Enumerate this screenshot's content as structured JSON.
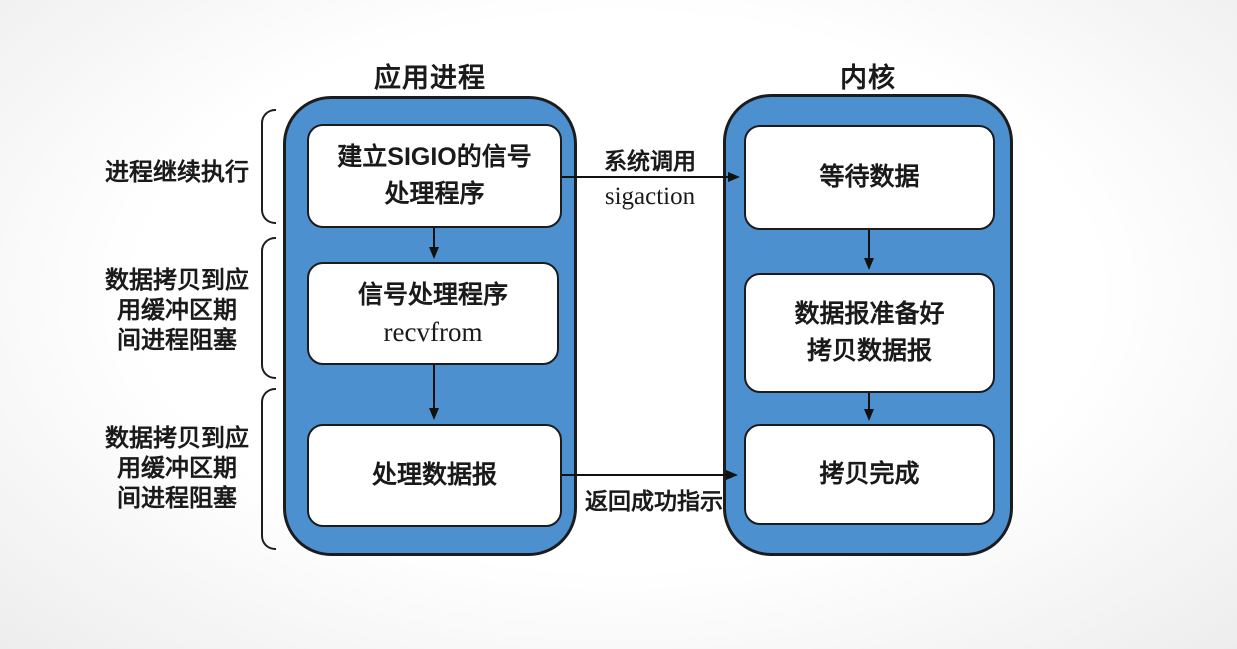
{
  "colors": {
    "container_fill": "#4d90d0",
    "container_border": "#1c1c1c",
    "box_fill": "#ffffff",
    "box_border": "#1c1c1c",
    "text": "#1a1a1a",
    "arrow": "#111111"
  },
  "columns": {
    "app": {
      "title": "应用进程",
      "boxes": [
        {
          "line1": "建立SIGIO的信号",
          "line2": "处理程序"
        },
        {
          "line1": "信号处理程序",
          "line2": "recvfrom"
        },
        {
          "line1": "处理数据报"
        }
      ]
    },
    "kernel": {
      "title": "内核",
      "boxes": [
        {
          "line1": "等待数据"
        },
        {
          "line1": "数据报准备好",
          "line2": "拷贝数据报"
        },
        {
          "line1": "拷贝完成"
        }
      ]
    }
  },
  "side_labels": [
    {
      "lines": [
        "进程继续执行"
      ]
    },
    {
      "lines": [
        "数据拷贝到应",
        "用缓冲区期",
        "间进程阻塞"
      ]
    },
    {
      "lines": [
        "数据拷贝到应",
        "用缓冲区期",
        "间进程阻塞"
      ]
    }
  ],
  "arrow_labels": {
    "syscall_top": "系统调用",
    "syscall_bottom": "sigaction",
    "return_label": "返回成功指示"
  }
}
